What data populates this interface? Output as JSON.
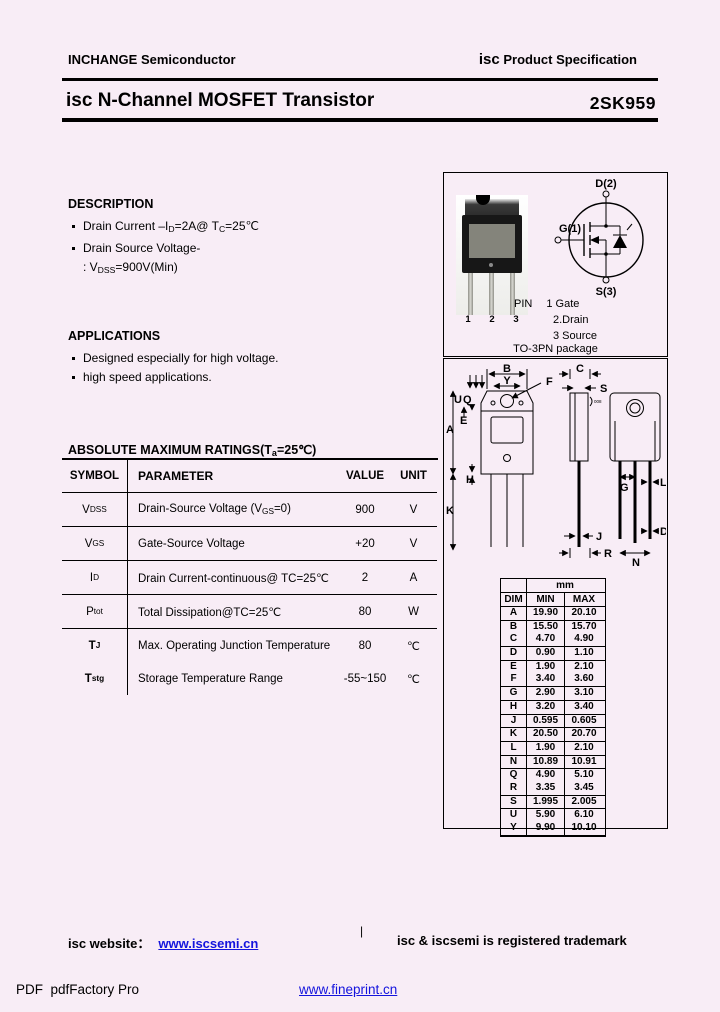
{
  "header": {
    "company": "INCHANGE Semiconductor",
    "right_prefix": "isc",
    "right_rest": " Product Specification"
  },
  "title": {
    "product": "isc N-Channel MOSFET Transistor",
    "part_number": "2SK959"
  },
  "description": {
    "heading": "DESCRIPTION",
    "items": [
      "Drain Current –I_{D}=2A@ T_{C}=25℃",
      "Drain Source Voltage-"
    ],
    "continuation": ": V_{DSS}=900V(Min)"
  },
  "applications": {
    "heading": "APPLICATIONS",
    "items": [
      "Designed especially for high voltage.",
      "high speed applications."
    ]
  },
  "ratings": {
    "heading": "ABSOLUTE MAXIMUM RATINGS(T_{a}=25℃)",
    "headers": [
      "SYMBOL",
      "PARAMETER",
      "VALUE",
      "UNIT"
    ],
    "rows": [
      {
        "symbol": "V_{DSS}",
        "bold": false,
        "parameter": "Drain-Source Voltage (V_{GS}=0)",
        "value": "900",
        "unit": "V",
        "divider": true
      },
      {
        "symbol": "V_{GS}",
        "bold": false,
        "parameter": "Gate-Source Voltage",
        "value": "+20",
        "unit": "V",
        "divider": true
      },
      {
        "symbol": "I_{D}",
        "bold": false,
        "parameter": "Drain Current-continuous@ TC=25℃",
        "value": "2",
        "unit": "A",
        "divider": true
      },
      {
        "symbol": "P_{tot}",
        "bold": false,
        "parameter": "Total Dissipation@TC=25℃",
        "value": "80",
        "unit": "W",
        "divider": true
      },
      {
        "symbol": "T_{J}",
        "bold": true,
        "parameter": "Max. Operating Junction Temperature",
        "value": "80",
        "unit": "℃",
        "divider": false
      },
      {
        "symbol": "T_{stg}",
        "bold": true,
        "parameter": "Storage Temperature Range",
        "value": "-55~150",
        "unit": "℃",
        "divider": false
      }
    ]
  },
  "package_box": {
    "pin_label": "PIN",
    "pins": [
      "1 Gate",
      "2.Drain",
      "3 Source"
    ],
    "lead_numbers": [
      "1",
      "2",
      "3"
    ],
    "package_name": "TO-3PN package",
    "symbol_terminals": {
      "drain": "D(2)",
      "gate": "G(1)",
      "source": "S(3)"
    }
  },
  "drawing": {
    "labels": {
      "A": "A",
      "B": "B",
      "C": "C",
      "D": "D",
      "E": "E",
      "F": "F",
      "G": "G",
      "H": "H",
      "J": "J",
      "K": "K",
      "L": "L",
      "N": "N",
      "Q": "Q",
      "R": "R",
      "S": "S",
      "U": "U",
      "Y": "Y"
    },
    "angle_note": "008"
  },
  "dim_table": {
    "unit_header": "mm",
    "col_dim": "DIM",
    "col_min": "MIN",
    "col_max": "MAX",
    "rows": [
      {
        "dim": "A",
        "min": "19.90",
        "max": "20.10",
        "divider": true
      },
      {
        "dim": "B",
        "min": "15.50",
        "max": "15.70",
        "divider": false
      },
      {
        "dim": "C",
        "min": "4.70",
        "max": "4.90",
        "divider": true
      },
      {
        "dim": "D",
        "min": "0.90",
        "max": "1.10",
        "divider": true
      },
      {
        "dim": "E",
        "min": "1.90",
        "max": "2.10",
        "divider": false
      },
      {
        "dim": "F",
        "min": "3.40",
        "max": "3.60",
        "divider": true
      },
      {
        "dim": "G",
        "min": "2.90",
        "max": "3.10",
        "divider": true
      },
      {
        "dim": "H",
        "min": "3.20",
        "max": "3.40",
        "divider": true
      },
      {
        "dim": "J",
        "min": "0.595",
        "max": "0.605",
        "divider": true
      },
      {
        "dim": "K",
        "min": "20.50",
        "max": "20.70",
        "divider": true
      },
      {
        "dim": "L",
        "min": "1.90",
        "max": "2.10",
        "divider": true
      },
      {
        "dim": "N",
        "min": "10.89",
        "max": "10.91",
        "divider": true
      },
      {
        "dim": "Q",
        "min": "4.90",
        "max": "5.10",
        "divider": false
      },
      {
        "dim": "R",
        "min": "3.35",
        "max": "3.45",
        "divider": true
      },
      {
        "dim": "S",
        "min": "1.995",
        "max": "2.005",
        "divider": true
      },
      {
        "dim": "U",
        "min": "5.90",
        "max": "6.10",
        "divider": false
      },
      {
        "dim": "Y",
        "min": "9.90",
        "max": "10.10",
        "divider": true
      }
    ]
  },
  "footer": {
    "website_label": "isc website：",
    "website_url": "www.iscsemi.cn",
    "separator": "|",
    "trademark": "isc & iscsemi is registered trademark",
    "pdf_note": "PDF  pdfFactory Pro",
    "fineprint_url": "www.fineprint.cn"
  },
  "colors": {
    "page_background": "#f8edf6",
    "ink": "#000000",
    "link_blue": "#1414dd",
    "package_body": "#171717",
    "package_label": "#84847b"
  }
}
